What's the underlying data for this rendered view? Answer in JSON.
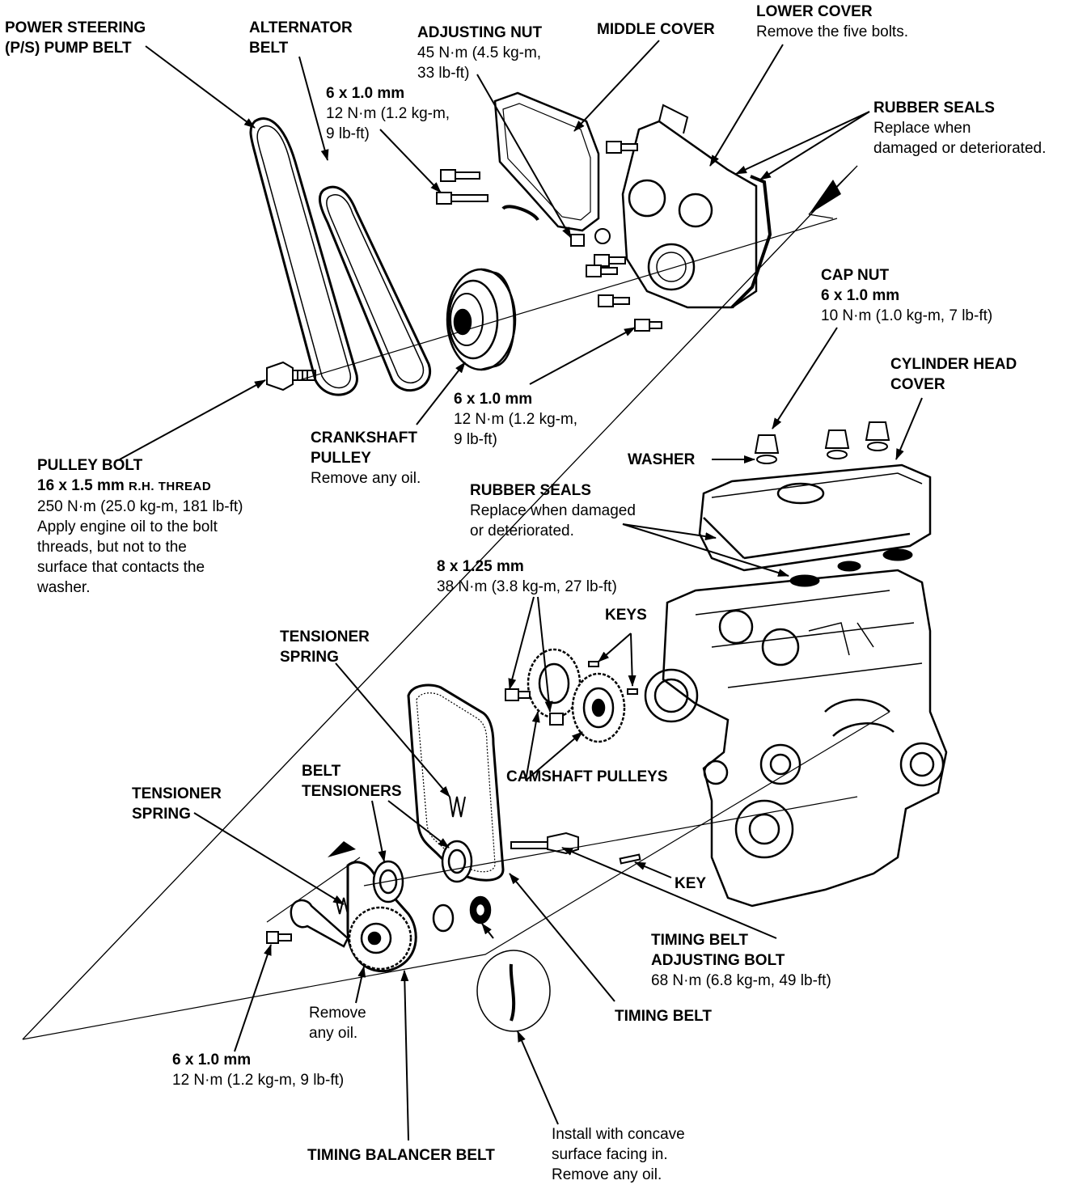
{
  "labels": {
    "ps_belt": {
      "t1": "POWER STEERING",
      "t2": "(P/S) PUMP BELT"
    },
    "alt_belt": {
      "t1": "ALTERNATOR",
      "t2": "BELT"
    },
    "adj_nut": {
      "t1": "ADJUSTING NUT",
      "t2": "45 N·m (4.5 kg-m,",
      "t3": "33 lb-ft)"
    },
    "middle_cover": {
      "t1": "MIDDLE COVER"
    },
    "lower_cover": {
      "t1": "LOWER COVER",
      "t2": "Remove the five bolts."
    },
    "bolt_6x1_top": {
      "t1": "6 x 1.0 mm",
      "t2": "12 N·m (1.2 kg-m,",
      "t3": "9 lb-ft)"
    },
    "rubber_seals_top": {
      "t1": "RUBBER SEALS",
      "t2": "Replace when",
      "t3": "damaged or deteriorated."
    },
    "cap_nut": {
      "t1": "CAP NUT",
      "t2": "6 x 1.0 mm",
      "t3": "10 N·m (1.0 kg-m, 7 lb-ft)"
    },
    "cyl_head_cover": {
      "t1": "CYLINDER HEAD",
      "t2": "COVER"
    },
    "bolt_6x1_mid": {
      "t1": "6 x 1.0 mm",
      "t2": "12 N·m (1.2 kg-m,",
      "t3": "9 lb-ft)"
    },
    "crank_pulley": {
      "t1": "CRANKSHAFT",
      "t2": "PULLEY",
      "t3": "Remove any oil."
    },
    "washer": {
      "t1": "WASHER"
    },
    "pulley_bolt": {
      "t1": "PULLEY BOLT",
      "t2a": "16 x 1.5 mm ",
      "t2b": "R.H. THREAD",
      "t3": "250 N·m (25.0 kg-m, 181 lb-ft)",
      "t4": "Apply engine oil to the bolt",
      "t5": "threads, but not to the",
      "t6": "surface that contacts the",
      "t7": "washer."
    },
    "rubber_seals_mid": {
      "t1": "RUBBER SEALS",
      "t2": "Replace when damaged",
      "t3": "or deteriorated."
    },
    "bolt_8x125": {
      "t1": "8 x 1.25 mm",
      "t2": "38 N·m (3.8 kg-m, 27 lb-ft)"
    },
    "keys": {
      "t1": "KEYS"
    },
    "tens_spring_top": {
      "t1": "TENSIONER",
      "t2": "SPRING"
    },
    "cam_pulleys": {
      "t1": "CAMSHAFT PULLEYS"
    },
    "belt_tensioners": {
      "t1": "BELT",
      "t2": "TENSIONERS"
    },
    "tens_spring_left": {
      "t1": "TENSIONER",
      "t2": "SPRING"
    },
    "key": {
      "t1": "KEY"
    },
    "tb_adj_bolt": {
      "t1": "TIMING BELT",
      "t2": "ADJUSTING BOLT",
      "t3": "68 N·m (6.8 kg-m, 49 lb-ft)"
    },
    "remove_oil": {
      "t1": "Remove",
      "t2": "any oil."
    },
    "timing_belt": {
      "t1": "TIMING BELT"
    },
    "bolt_6x1_bottom": {
      "t1": "6 x 1.0 mm",
      "t2": "12 N·m (1.2 kg-m, 9 lb-ft)"
    },
    "install_note": {
      "t1": "Install with concave",
      "t2": "surface facing in.",
      "t3": "Remove any oil."
    },
    "tbb": {
      "t1": "TIMING BALANCER BELT"
    }
  }
}
